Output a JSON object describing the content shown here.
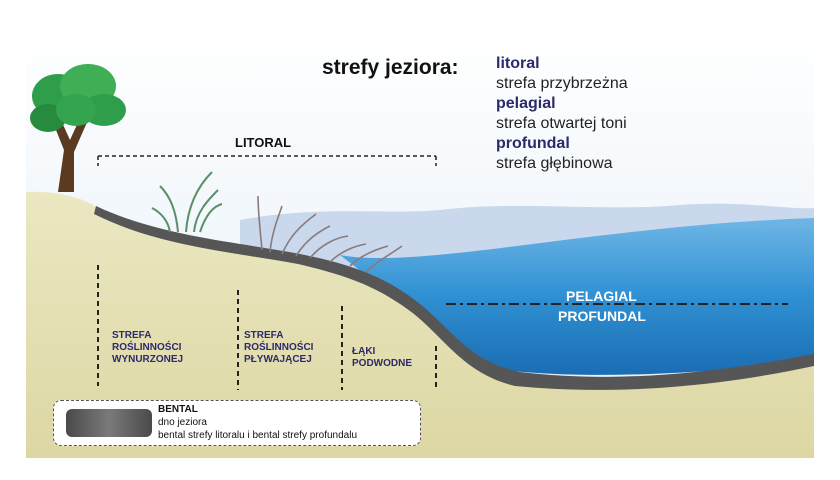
{
  "title": "strefy jeziora:",
  "legend": [
    {
      "term": "litoral",
      "desc": "strefa przybrzeżna"
    },
    {
      "term": "pelagial",
      "desc": "strefa otwartej toni"
    },
    {
      "term": "profundal",
      "desc": "strefa głębinowa"
    }
  ],
  "litoral_label": "LITORAL",
  "zones": [
    {
      "line1": "STREFA",
      "line2": "ROŚLINNOŚCI",
      "line3": "WYNURZONEJ"
    },
    {
      "line1": "STREFA",
      "line2": "ROŚLINNOŚCI",
      "line3": "PŁYWAJĄCEJ"
    },
    {
      "line1": "ŁĄKI",
      "line2": "PODWODNE",
      "line3": ""
    }
  ],
  "pelagial_label": "PELAGIAL",
  "profundal_label": "PROFUNDAL",
  "bental": {
    "title": "BENTAL",
    "line1": "dno jeziora",
    "line2": "bental strefy litoralu i bental strefy profundalu"
  },
  "colors": {
    "sky": "#eef5fa",
    "ground": "#e6e2b4",
    "water": "#1f82c9",
    "bottom": "#555555",
    "accent": "#2b2a6b"
  }
}
